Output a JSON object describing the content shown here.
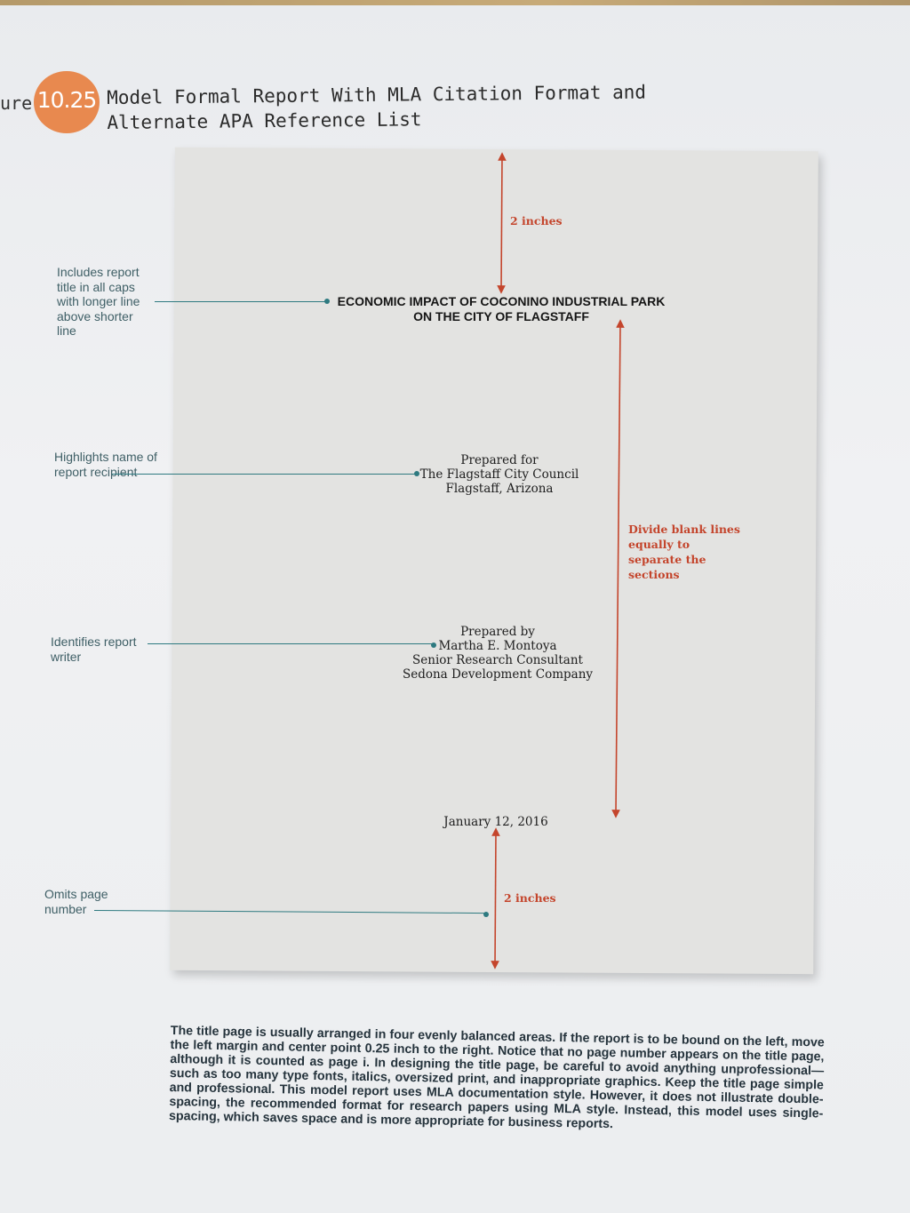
{
  "figure": {
    "prefix": "ure",
    "number": "10.25",
    "title_line1": "Model Formal Report With MLA Citation Format and",
    "title_line2": "Alternate APA Reference List"
  },
  "annotations": {
    "title_note": "Includes report title in all caps with longer line above shorter line",
    "recipient_note": "Highlights name of report recipient",
    "writer_note": "Identifies report writer",
    "page_number_note": "Omits page number"
  },
  "measurements": {
    "top_margin": "2 inches",
    "bottom_margin": "2 inches",
    "divide_note": "Divide blank lines equally to separate the sections"
  },
  "title_page": {
    "title_line1": "ECONOMIC IMPACT OF COCONINO INDUSTRIAL PARK",
    "title_line2": "ON THE CITY OF FLAGSTAFF",
    "prepared_for_label": "Prepared for",
    "recipient_name": "The Flagstaff City Council",
    "recipient_location": "Flagstaff, Arizona",
    "prepared_by_label": "Prepared by",
    "author_name": "Martha E. Montoya",
    "author_title": "Senior Research Consultant",
    "author_company": "Sedona Development Company",
    "date": "January 12, 2016"
  },
  "caption": "The title page is usually arranged in four evenly balanced areas. If the report is to be bound on the left, move the left margin and center point 0.25 inch to the right. Notice that no page number appears on the title page, although it is counted as page i. In designing the title page, be careful to avoid anything unprofessional—such as too many type fonts, italics, oversized print, and inappropriate graphics. Keep the title page simple and professional. This model report uses MLA documentation style. However, it does not illustrate double-spacing, the recommended format for research papers using MLA style. Instead, this model uses single-spacing, which saves space and is more appropriate for business reports.",
  "colors": {
    "badge": "#e8894f",
    "annotation_teal": "#2e7a80",
    "measure_red": "#c4452c"
  }
}
